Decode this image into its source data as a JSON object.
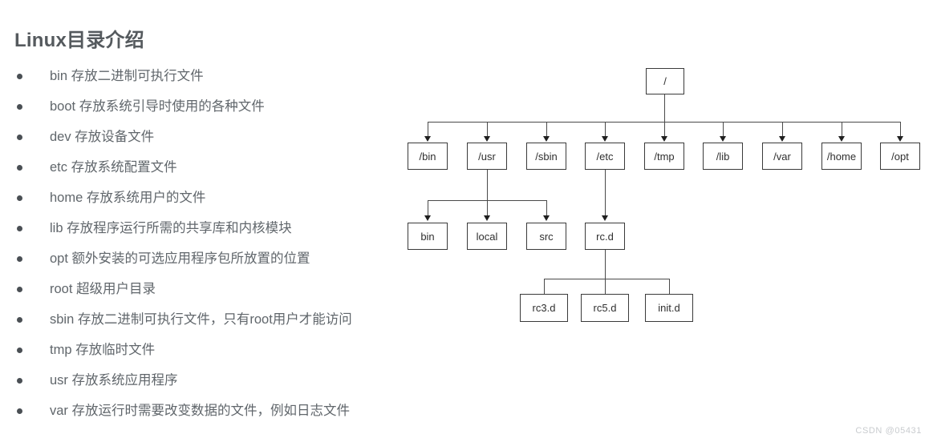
{
  "page": {
    "title": "Linux目录介绍",
    "watermark": "CSDN @05431",
    "colors": {
      "title_text": "#555a5e",
      "body_text": "#60666b",
      "node_border": "#3a3a3a",
      "edge_line": "#4a4a4a",
      "background": "#ffffff",
      "watermark_text": "#c9cccf"
    }
  },
  "directory_list": [
    {
      "name": "bin",
      "text": "bin 存放二进制可执行文件"
    },
    {
      "name": "boot",
      "text": "boot 存放系统引导时使用的各种文件"
    },
    {
      "name": "dev",
      "text": "dev 存放设备文件"
    },
    {
      "name": "etc",
      "text": "etc 存放系统配置文件"
    },
    {
      "name": "home",
      "text": "home 存放系统用户的文件"
    },
    {
      "name": "lib",
      "text": "lib 存放程序运行所需的共享库和内核模块"
    },
    {
      "name": "opt",
      "text": "opt 额外安装的可选应用程序包所放置的位置"
    },
    {
      "name": "root",
      "text": "root 超级用户目录"
    },
    {
      "name": "sbin",
      "text": "sbin 存放二进制可执行文件，只有root用户才能访问"
    },
    {
      "name": "tmp",
      "text": "tmp 存放临时文件"
    },
    {
      "name": "usr",
      "text": "usr 存放系统应用程序"
    },
    {
      "name": "var",
      "text": "var 存放运行时需要改变数据的文件，例如日志文件"
    }
  ],
  "tree": {
    "root": {
      "label": "/"
    },
    "level1": [
      {
        "label": "/bin"
      },
      {
        "label": "/usr"
      },
      {
        "label": "/sbin"
      },
      {
        "label": "/etc"
      },
      {
        "label": "/tmp"
      },
      {
        "label": "/lib"
      },
      {
        "label": "/var"
      },
      {
        "label": "/home"
      },
      {
        "label": "/opt"
      }
    ],
    "level2_usr": [
      {
        "label": "bin"
      },
      {
        "label": "local"
      },
      {
        "label": "src"
      }
    ],
    "level2_etc": [
      {
        "label": "rc.d"
      }
    ],
    "level3_rcd": [
      {
        "label": "rc3.d"
      },
      {
        "label": "rc5.d"
      },
      {
        "label": "init.d"
      }
    ]
  }
}
